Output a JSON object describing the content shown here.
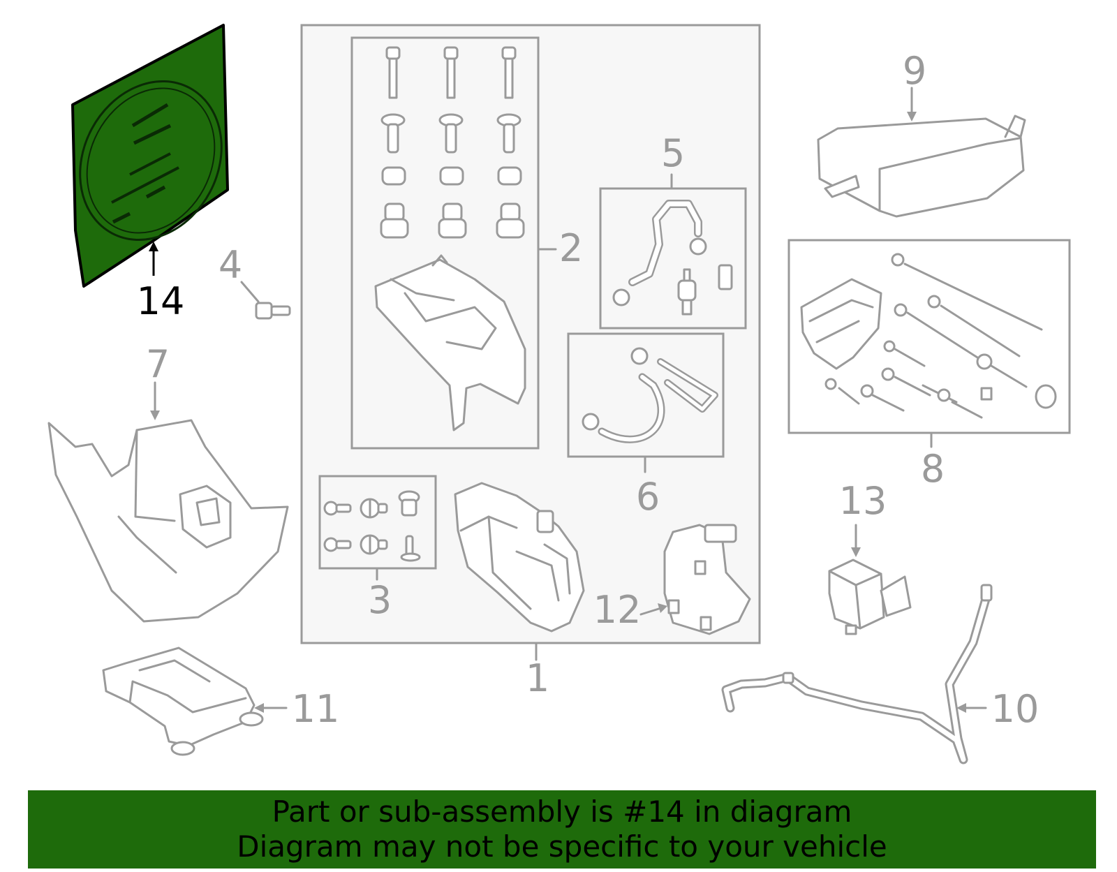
{
  "diagram": {
    "highlight_color": "#1e6b0b",
    "line_color": "#9a9a9a",
    "callouts": {
      "c1": "1",
      "c2": "2",
      "c3": "3",
      "c4": "4",
      "c5": "5",
      "c6": "6",
      "c7": "7",
      "c8": "8",
      "c9": "9",
      "c10": "10",
      "c11": "11",
      "c12": "12",
      "c13": "13",
      "c14": "14"
    },
    "highlighted_part": "14"
  },
  "banner": {
    "line1": "Part or sub-assembly is #14 in diagram",
    "line2": "Diagram may not be specific to your vehicle"
  }
}
